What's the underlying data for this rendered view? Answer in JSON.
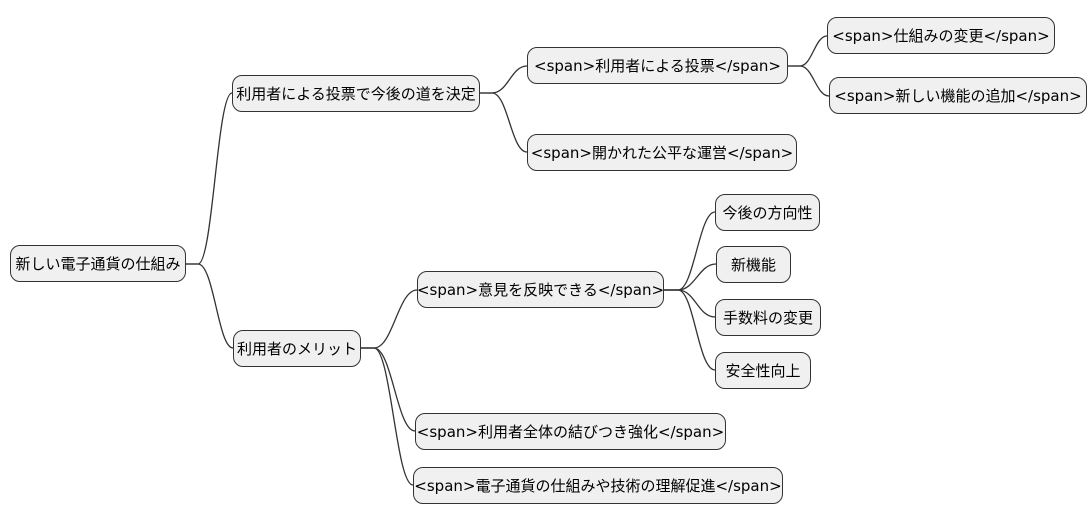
{
  "diagram": {
    "type": "mindmap",
    "direction": "left-to-right",
    "colors": {
      "background": "#ffffff",
      "node_fill": "#f0f0f0",
      "node_border": "#333333",
      "edge": "#333333",
      "text": "#000000"
    }
  },
  "nodes": {
    "root": {
      "label": "新しい電子通貨の仕組み"
    },
    "voting_path": {
      "label": "利用者による投票で今後の道を決定"
    },
    "user_voting": {
      "label": "<span>利用者による投票</span>"
    },
    "system_change": {
      "label": "<span>仕組みの変更</span>"
    },
    "new_feature_add": {
      "label": "<span>新しい機能の追加</span>"
    },
    "fair_operation": {
      "label": "<span>開かれた公平な運営</span>"
    },
    "user_merit": {
      "label": "利用者のメリット"
    },
    "reflect_opinion": {
      "label": "<span>意見を反映できる</span>"
    },
    "future_direction": {
      "label": "今後の方向性"
    },
    "new_function": {
      "label": "新機能"
    },
    "fee_change": {
      "label": "手数料の変更"
    },
    "safety_improve": {
      "label": "安全性向上"
    },
    "community_bond": {
      "label": "<span>利用者全体の結びつき強化</span>"
    },
    "understanding": {
      "label": "<span>電子通貨の仕組みや技術の理解促進</span>"
    }
  },
  "edges": [
    {
      "from": "root",
      "to": "voting_path"
    },
    {
      "from": "root",
      "to": "user_merit"
    },
    {
      "from": "voting_path",
      "to": "user_voting"
    },
    {
      "from": "voting_path",
      "to": "fair_operation"
    },
    {
      "from": "user_voting",
      "to": "system_change"
    },
    {
      "from": "user_voting",
      "to": "new_feature_add"
    },
    {
      "from": "user_merit",
      "to": "reflect_opinion"
    },
    {
      "from": "user_merit",
      "to": "community_bond"
    },
    {
      "from": "user_merit",
      "to": "understanding"
    },
    {
      "from": "reflect_opinion",
      "to": "future_direction"
    },
    {
      "from": "reflect_opinion",
      "to": "new_function"
    },
    {
      "from": "reflect_opinion",
      "to": "fee_change"
    },
    {
      "from": "reflect_opinion",
      "to": "safety_improve"
    }
  ]
}
